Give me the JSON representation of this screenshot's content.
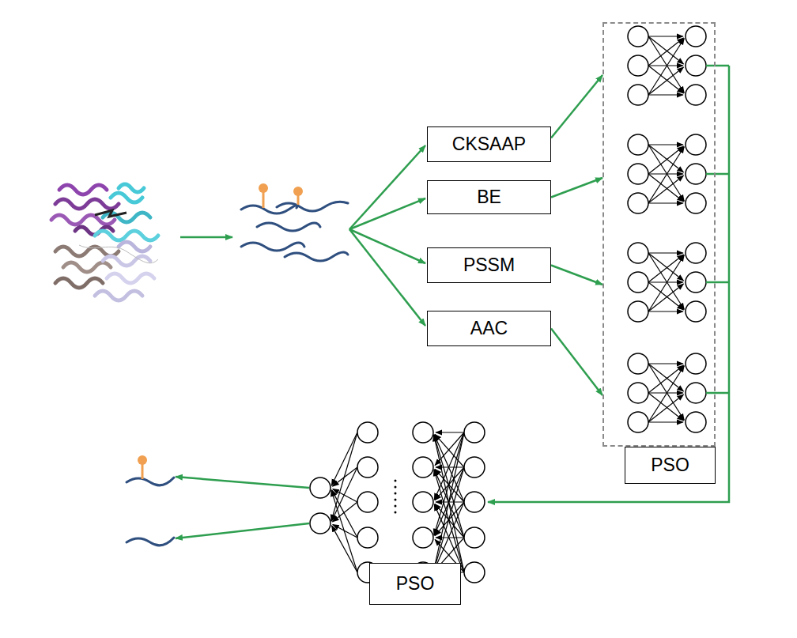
{
  "diagram": {
    "nodes": [
      {
        "text": [
          "CKSAAP"
        ]
      },
      {
        "text": [
          "BE"
        ]
      },
      {
        "text": [
          "PSSM"
        ]
      },
      {
        "text": [
          "AAC"
        ]
      },
      {
        "text": [
          "PSO"
        ]
      },
      {
        "text": [
          "PSO"
        ]
      }
    ],
    "edges": [
      {
        "from": 0,
        "to": 4,
        "arrow": "to"
      },
      {
        "from": 1,
        "to": 4,
        "arrow": "to"
      },
      {
        "from": 2,
        "to": 4,
        "arrow": "to"
      },
      {
        "from": 3,
        "to": 4,
        "arrow": "to"
      },
      {
        "from": 4,
        "to": 5,
        "arrow": "to"
      }
    ]
  }
}
